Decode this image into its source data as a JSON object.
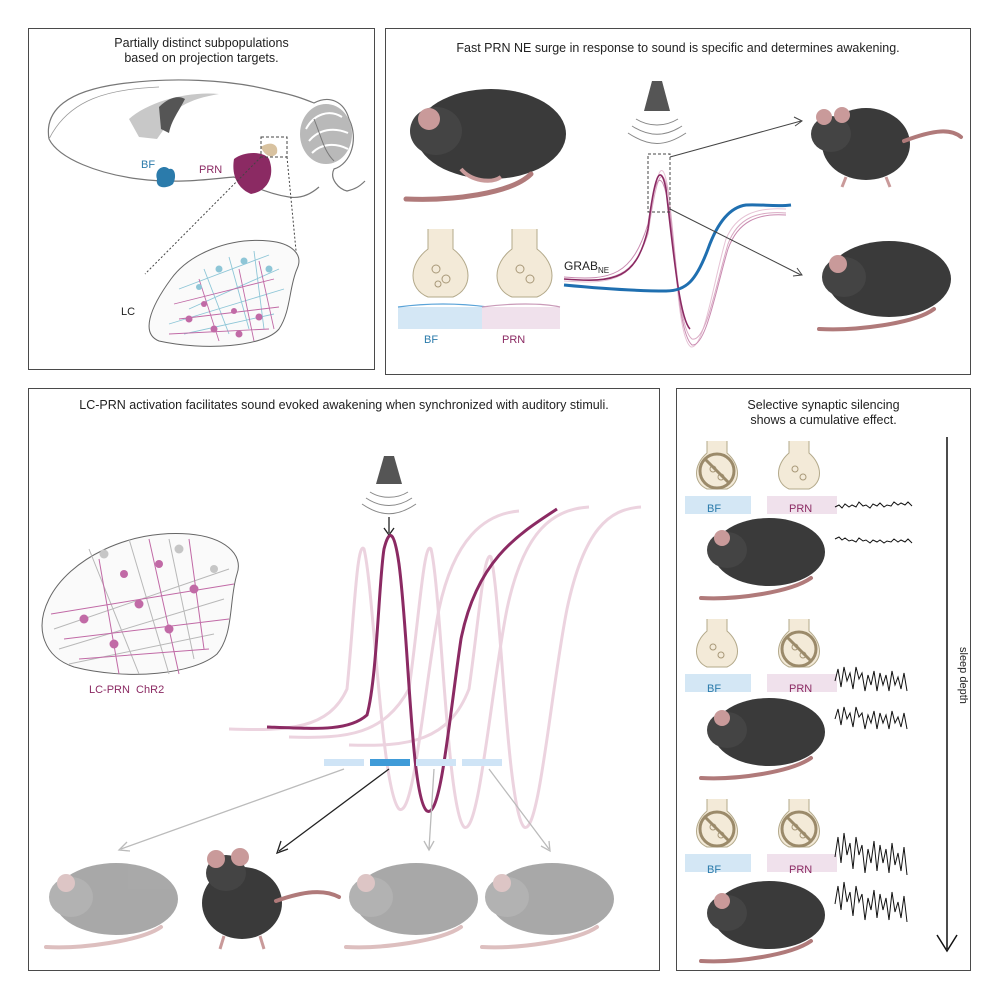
{
  "panels": {
    "a": {
      "title_l1": "Partially distinct subpopulations",
      "title_l2": "based on projection targets.",
      "bf_label": "BF",
      "prn_label": "PRN",
      "lc_label": "LC"
    },
    "b": {
      "title": "Fast PRN NE surge in response to sound is specific and determines awakening.",
      "grab_label": "GRAB",
      "grab_sub": "NE",
      "bf_label": "BF",
      "prn_label": "PRN"
    },
    "c": {
      "title": "LC-PRN activation facilitates sound evoked awakening when synchronized with auditory stimuli.",
      "lc_prn_label": "LC-PRN  ChR2"
    },
    "d": {
      "title_l1": "Selective synaptic silencing",
      "title_l2": "shows a cumulative effect.",
      "rows": [
        {
          "bf": "BF",
          "prn": "PRN"
        },
        {
          "bf": "BF",
          "prn": "PRN"
        },
        {
          "bf": "BF",
          "prn": "PRN"
        }
      ],
      "axis_label": "sleep depth"
    }
  },
  "colors": {
    "bf": "#2b7bab",
    "prn": "#8b2a63",
    "prn_light": "#e6c3d5",
    "blue_trace": "#1f6fb0",
    "mouse": "#3a3a3a",
    "mouse_ghost": "#9a9a9a",
    "tail": "#b07a7a"
  }
}
